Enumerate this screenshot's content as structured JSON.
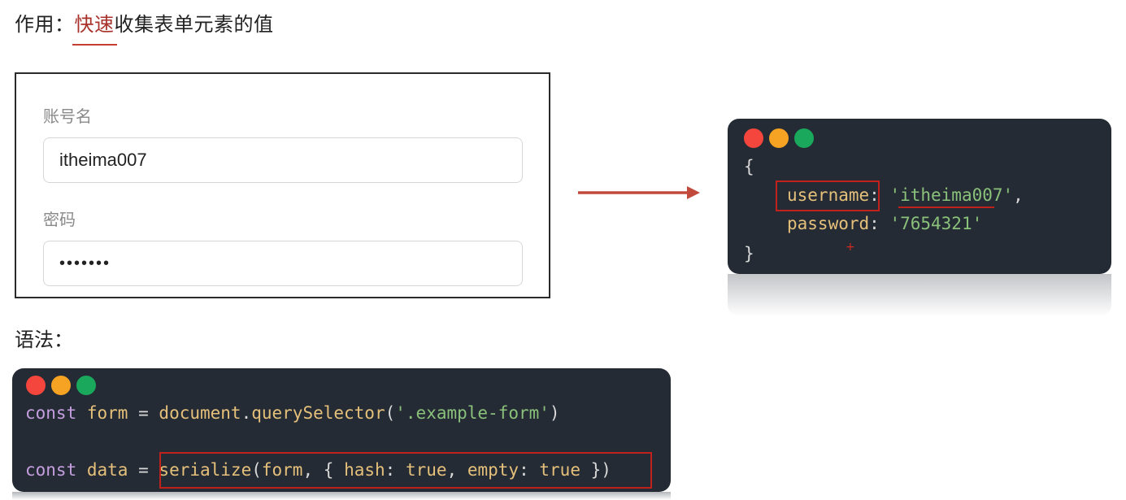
{
  "heading": {
    "prefix": "作用：",
    "highlight": "快速",
    "rest": "收集表单元素的值"
  },
  "form": {
    "username_label": "账号名",
    "username_value": "itheima007",
    "password_label": "密码",
    "password_value": "•••••••"
  },
  "result_code": {
    "open_brace": "{",
    "close_brace": "}",
    "username_key": "username",
    "username_val": "'itheima007'",
    "password_key": "password",
    "password_val": "'7654321'"
  },
  "syntax": {
    "label": "语法：",
    "line1": {
      "kw": "const",
      "var": "form",
      "eq": "=",
      "obj": "document",
      "dot": ".",
      "method": "querySelector",
      "open": "(",
      "arg": "'.example-form'",
      "close": ")"
    },
    "line2": {
      "kw": "const",
      "var": "data",
      "eq": "=",
      "fn": "serialize",
      "open": "(",
      "arg1": "form",
      "comma": ",",
      "brace_open": "{",
      "key1": "hash",
      "val1": "true",
      "key2": "empty",
      "val2": "true",
      "brace_close": "}",
      "close": ")"
    }
  },
  "colors": {
    "highlight_red": "#a8322a",
    "code_bg": "#252b34",
    "string_green": "#8ac17a",
    "key_yellow": "#e5c07b",
    "keyword_purple": "#c59ee0"
  }
}
